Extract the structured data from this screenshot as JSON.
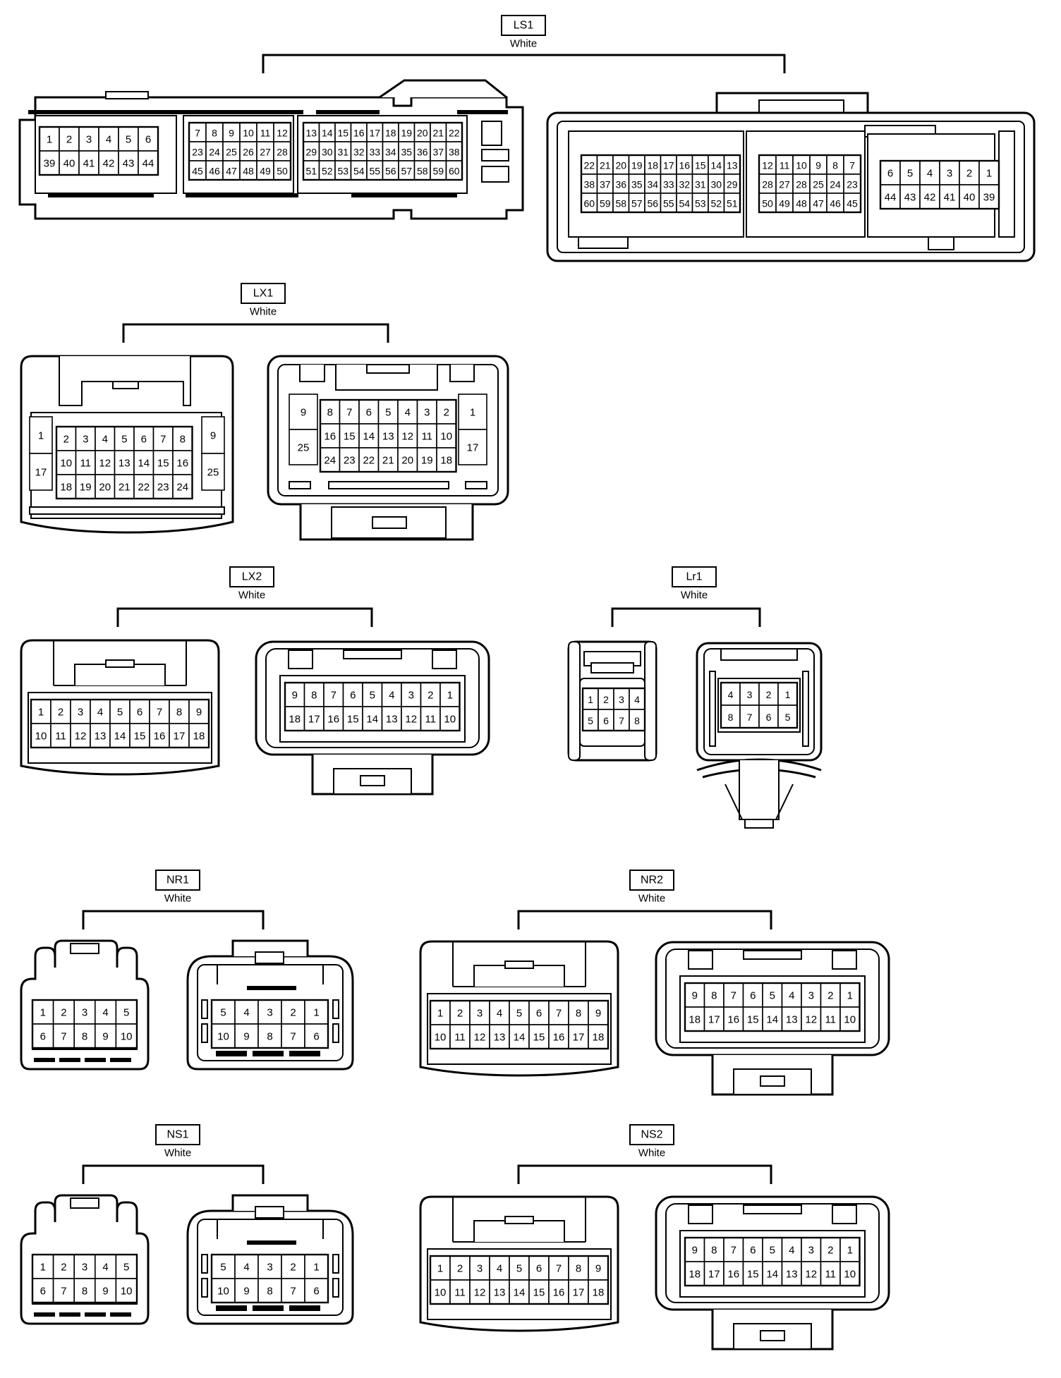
{
  "diagram": {
    "connectors": [
      {
        "name": "LS1",
        "color": "White",
        "views": [
          {
            "kind": "ls1-left",
            "blocks": [
              {
                "rows": [
                  [
                    "1",
                    "2",
                    "3",
                    "4",
                    "5",
                    "6"
                  ],
                  [
                    "39",
                    "40",
                    "41",
                    "42",
                    "43",
                    "44"
                  ]
                ]
              },
              {
                "rows": [
                  [
                    "7",
                    "8",
                    "9",
                    "10",
                    "11",
                    "12"
                  ],
                  [
                    "23",
                    "24",
                    "25",
                    "26",
                    "27",
                    "28"
                  ],
                  [
                    "45",
                    "46",
                    "47",
                    "48",
                    "49",
                    "50"
                  ]
                ]
              },
              {
                "rows": [
                  [
                    "13",
                    "14",
                    "15",
                    "16",
                    "17",
                    "18",
                    "19",
                    "20",
                    "21",
                    "22"
                  ],
                  [
                    "29",
                    "30",
                    "31",
                    "32",
                    "33",
                    "34",
                    "35",
                    "36",
                    "37",
                    "38"
                  ],
                  [
                    "51",
                    "52",
                    "53",
                    "54",
                    "55",
                    "56",
                    "57",
                    "58",
                    "59",
                    "60"
                  ]
                ]
              }
            ]
          },
          {
            "kind": "ls1-right",
            "blocks": [
              {
                "rows": [
                  [
                    "22",
                    "21",
                    "20",
                    "19",
                    "18",
                    "17",
                    "16",
                    "15",
                    "14",
                    "13"
                  ],
                  [
                    "38",
                    "37",
                    "36",
                    "35",
                    "34",
                    "33",
                    "32",
                    "31",
                    "30",
                    "29"
                  ],
                  [
                    "60",
                    "59",
                    "58",
                    "57",
                    "56",
                    "55",
                    "54",
                    "53",
                    "52",
                    "51"
                  ]
                ]
              },
              {
                "rows": [
                  [
                    "12",
                    "11",
                    "10",
                    "9",
                    "8",
                    "7"
                  ],
                  [
                    "28",
                    "27",
                    "28",
                    "25",
                    "24",
                    "23"
                  ],
                  [
                    "50",
                    "49",
                    "48",
                    "47",
                    "46",
                    "45"
                  ]
                ]
              },
              {
                "rows": [
                  [
                    "6",
                    "5",
                    "4",
                    "3",
                    "2",
                    "1"
                  ],
                  [
                    "44",
                    "43",
                    "42",
                    "41",
                    "40",
                    "39"
                  ]
                ]
              }
            ]
          }
        ]
      },
      {
        "name": "LX1",
        "color": "White",
        "views": [
          {
            "kind": "lx1-left",
            "left_col": [
              "1",
              "17"
            ],
            "center_rows": [
              [
                "2",
                "3",
                "4",
                "5",
                "6",
                "7",
                "8"
              ],
              [
                "10",
                "11",
                "12",
                "13",
                "14",
                "15",
                "16"
              ],
              [
                "18",
                "19",
                "20",
                "21",
                "22",
                "23",
                "24"
              ]
            ],
            "right_col": [
              "9",
              "25"
            ]
          },
          {
            "kind": "lx1-right",
            "left_col": [
              "9",
              "25"
            ],
            "center_rows": [
              [
                "8",
                "7",
                "6",
                "5",
                "4",
                "3",
                "2"
              ],
              [
                "16",
                "15",
                "14",
                "13",
                "12",
                "11",
                "10"
              ],
              [
                "24",
                "23",
                "22",
                "21",
                "20",
                "19",
                "18"
              ]
            ],
            "right_col": [
              "1",
              "17"
            ]
          }
        ]
      },
      {
        "name": "LX2",
        "color": "White",
        "views": [
          {
            "kind": "wide-left",
            "rows": [
              [
                "1",
                "2",
                "3",
                "4",
                "5",
                "6",
                "7",
                "8",
                "9"
              ],
              [
                "10",
                "11",
                "12",
                "13",
                "14",
                "15",
                "16",
                "17",
                "18"
              ]
            ]
          },
          {
            "kind": "wide-right",
            "rows": [
              [
                "9",
                "8",
                "7",
                "6",
                "5",
                "4",
                "3",
                "2",
                "1"
              ],
              [
                "18",
                "17",
                "16",
                "15",
                "14",
                "13",
                "12",
                "11",
                "10"
              ]
            ]
          }
        ]
      },
      {
        "name": "Lr1",
        "color": "White",
        "views": [
          {
            "kind": "lr1-left",
            "rows": [
              [
                "1",
                "2",
                "3",
                "4"
              ],
              [
                "5",
                "6",
                "7",
                "8"
              ]
            ]
          },
          {
            "kind": "lr1-right",
            "rows": [
              [
                "4",
                "3",
                "2",
                "1"
              ],
              [
                "8",
                "7",
                "6",
                "5"
              ]
            ]
          }
        ]
      },
      {
        "name": "NR1",
        "color": "White",
        "views": [
          {
            "kind": "small-left",
            "rows": [
              [
                "1",
                "2",
                "3",
                "4",
                "5"
              ],
              [
                "6",
                "7",
                "8",
                "9",
                "10"
              ]
            ]
          },
          {
            "kind": "small-right",
            "rows": [
              [
                "5",
                "4",
                "3",
                "2",
                "1"
              ],
              [
                "10",
                "9",
                "8",
                "7",
                "6"
              ]
            ]
          }
        ]
      },
      {
        "name": "NR2",
        "color": "White",
        "views": [
          {
            "kind": "wide-left",
            "rows": [
              [
                "1",
                "2",
                "3",
                "4",
                "5",
                "6",
                "7",
                "8",
                "9"
              ],
              [
                "10",
                "11",
                "12",
                "13",
                "14",
                "15",
                "16",
                "17",
                "18"
              ]
            ]
          },
          {
            "kind": "wide-right",
            "rows": [
              [
                "9",
                "8",
                "7",
                "6",
                "5",
                "4",
                "3",
                "2",
                "1"
              ],
              [
                "18",
                "17",
                "16",
                "15",
                "14",
                "13",
                "12",
                "11",
                "10"
              ]
            ]
          }
        ]
      },
      {
        "name": "NS1",
        "color": "White",
        "views": [
          {
            "kind": "small-left",
            "rows": [
              [
                "1",
                "2",
                "3",
                "4",
                "5"
              ],
              [
                "6",
                "7",
                "8",
                "9",
                "10"
              ]
            ]
          },
          {
            "kind": "small-right",
            "rows": [
              [
                "5",
                "4",
                "3",
                "2",
                "1"
              ],
              [
                "10",
                "9",
                "8",
                "7",
                "6"
              ]
            ]
          }
        ]
      },
      {
        "name": "NS2",
        "color": "White",
        "views": [
          {
            "kind": "wide-left",
            "rows": [
              [
                "1",
                "2",
                "3",
                "4",
                "5",
                "6",
                "7",
                "8",
                "9"
              ],
              [
                "10",
                "11",
                "12",
                "13",
                "14",
                "15",
                "16",
                "17",
                "18"
              ]
            ]
          },
          {
            "kind": "wide-right",
            "rows": [
              [
                "9",
                "8",
                "7",
                "6",
                "5",
                "4",
                "3",
                "2",
                "1"
              ],
              [
                "18",
                "17",
                "16",
                "15",
                "14",
                "13",
                "12",
                "11",
                "10"
              ]
            ]
          }
        ]
      }
    ]
  }
}
